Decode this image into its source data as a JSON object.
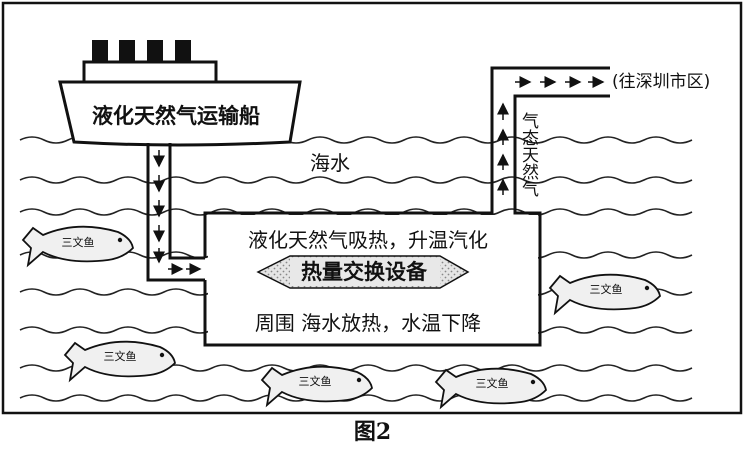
{
  "diagram": {
    "ship_label": "液化天然气运输船",
    "water_label": "海水",
    "gas_label": "气态天然气",
    "destination_label": "(往深圳市区)",
    "exchange_top_label": "液化天然气吸热，升温汽化",
    "exchanger_label": "热量交换设备",
    "exchange_bottom_label": "周围 海水放热，水温下降",
    "fish_label": "三文鱼",
    "figure_caption": "图2"
  }
}
